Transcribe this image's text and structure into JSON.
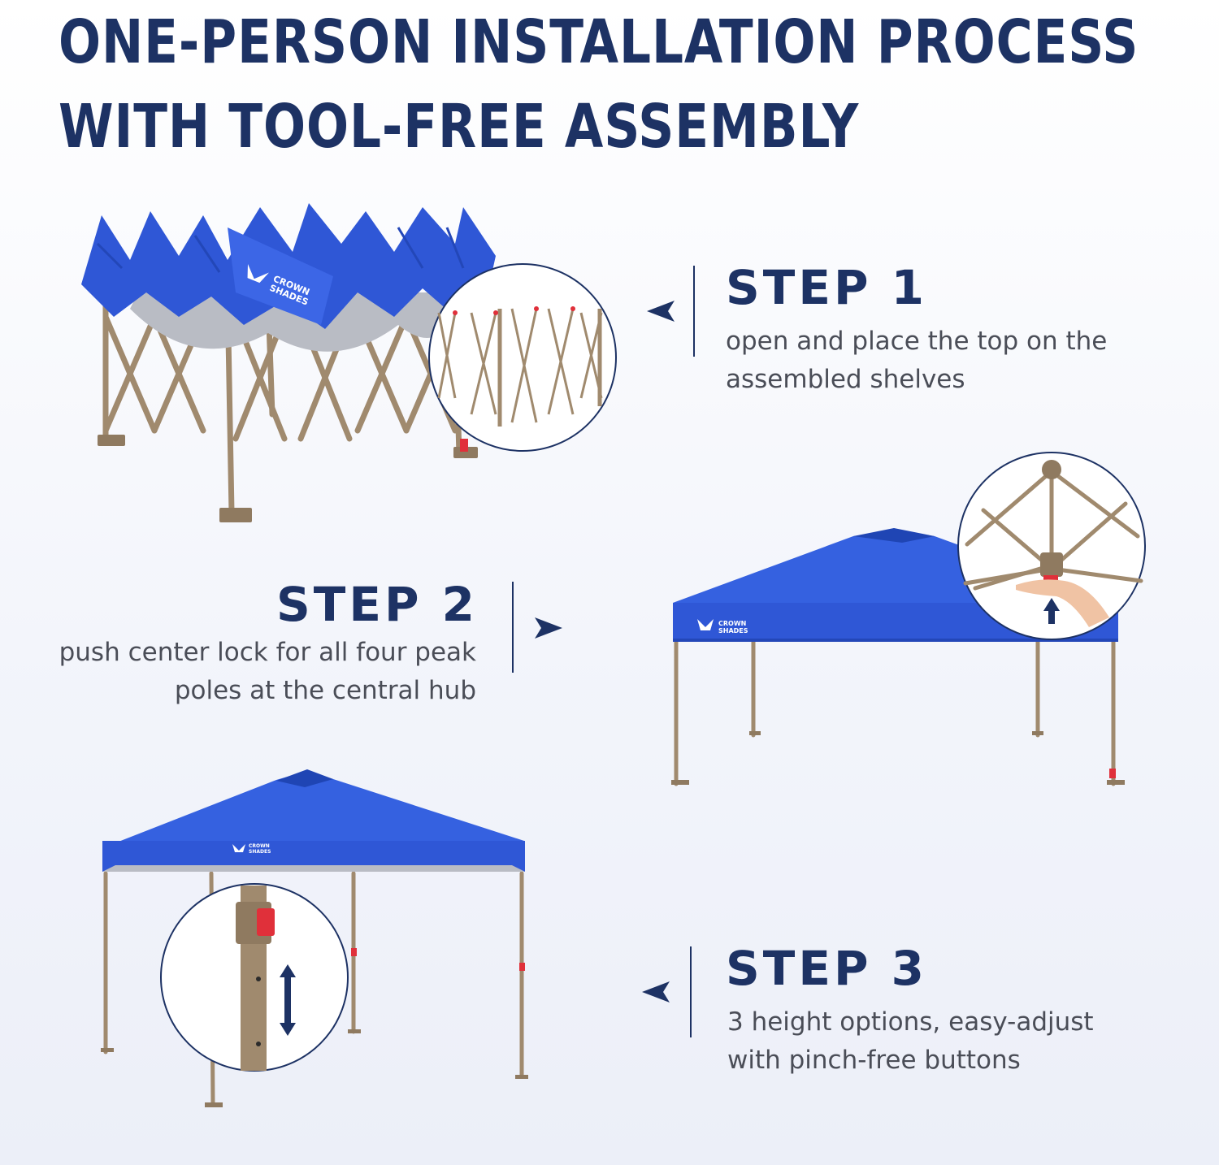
{
  "header": {
    "title_line1": "ONE-PERSON INSTALLATION PROCESS",
    "title_line2": "WITH TOOL-FREE ASSEMBLY"
  },
  "steps": [
    {
      "title": "STEP 1",
      "desc_line1": "open and place the top on the",
      "desc_line2": "assembled shelves",
      "arrow": "triangle-left-icon"
    },
    {
      "title": "STEP 2",
      "desc_line1": "push center lock for all four peak",
      "desc_line2": "poles at the central hub",
      "arrow": "triangle-right-icon"
    },
    {
      "title": "STEP 3",
      "desc_line1": "3 height options, easy-adjust",
      "desc_line2": "with pinch-free buttons",
      "arrow": "triangle-left-icon"
    }
  ],
  "brand": {
    "logo_line1": "CROWN",
    "logo_line2": "SHADES"
  },
  "colors": {
    "navy": "#1d3264",
    "canopy_blue": "#2f57d6",
    "frame_tan": "#a08a6e",
    "body_text": "#4a4d57",
    "lock_red": "#e0303a"
  }
}
